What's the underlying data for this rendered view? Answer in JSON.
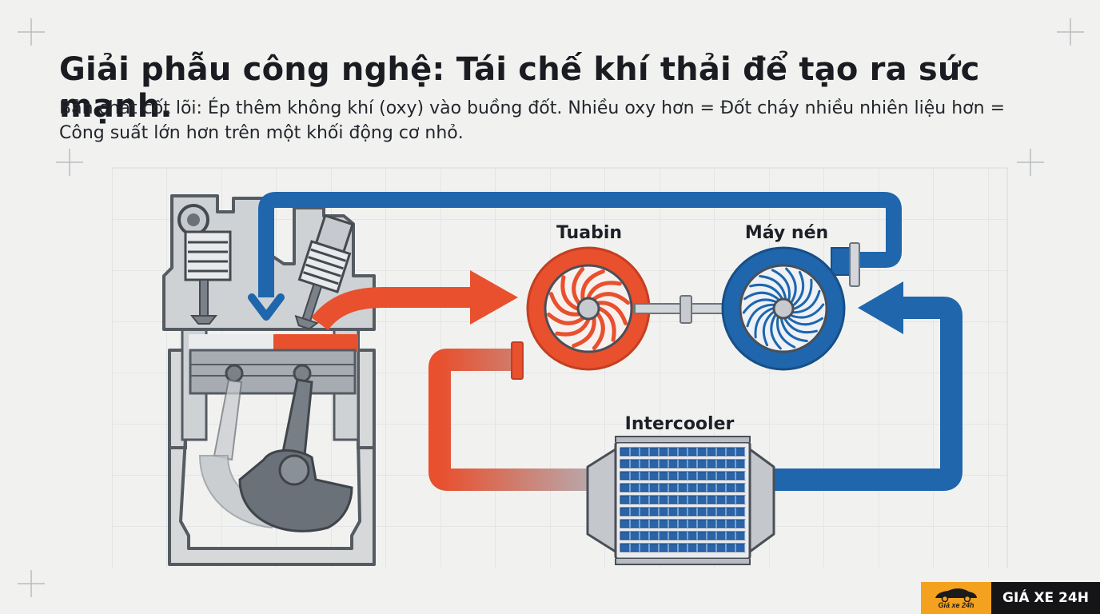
{
  "title": "Giải phẫu công nghệ: Tái chế khí thải để tạo ra sức mạnh.",
  "subtitle": "Bản chất cốt lõi: Ép thêm không khí (oxy) vào buồng đốt. Nhiều oxy hơn = Đốt cháy nhiều nhiên liệu hơn = Công suất lớn hơn trên một khối động cơ nhỏ.",
  "labels": {
    "turbine": "Tuabin",
    "compressor": "Máy nén",
    "intercooler": "Intercooler"
  },
  "brand": {
    "logo_text": "Giá xe 24h",
    "name": "GIÁ XE 24H"
  },
  "colors": {
    "hot_exhaust": "#e8502e",
    "cold_intake": "#1f66ad",
    "engine_gray": "#9aa0a7",
    "background": "#f1f2f0",
    "brand_orange": "#f3a11f"
  }
}
